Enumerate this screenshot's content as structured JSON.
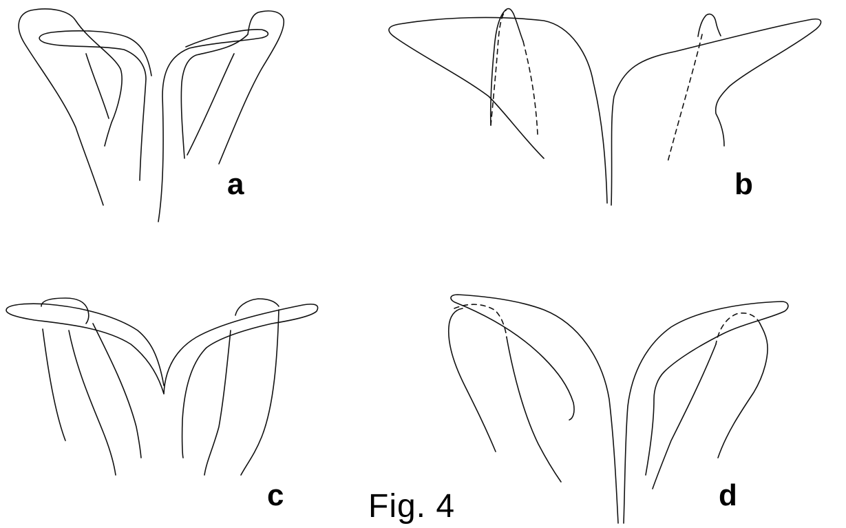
{
  "figure": {
    "caption": "Fig. 4",
    "panels": [
      {
        "id": "a",
        "label": "a"
      },
      {
        "id": "b",
        "label": "b"
      },
      {
        "id": "c",
        "label": "c"
      },
      {
        "id": "d",
        "label": "d"
      }
    ]
  }
}
